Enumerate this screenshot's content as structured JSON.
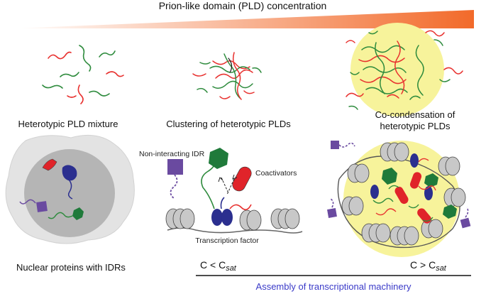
{
  "header": {
    "title": "Prion-like domain (PLD) concentration",
    "gradient_colors": [
      "#ffffff",
      "#f26a2a"
    ]
  },
  "stages": {
    "mixture": "Heterotypic PLD mixture",
    "clustering": "Clustering of heterotypic PLDs",
    "condensation_line1": "Co-condensation of",
    "condensation_line2": "heterotypic PLDs"
  },
  "nucleus": {
    "caption": "Nuclear proteins with IDRs"
  },
  "transcription": {
    "non_interacting_idr": "Non-interacting IDR",
    "coactivators": "Coactivators",
    "transcription_factor": "Transcription factor"
  },
  "concentration": {
    "low_prefix": "C < C",
    "high_prefix": "C > C",
    "subscript": "sat"
  },
  "footer": {
    "assembly_label": "Assembly of transcriptional machinery"
  },
  "colors": {
    "pld_green": "#2e8b3d",
    "pld_red": "#e8312f",
    "condensate": "#f7f39b",
    "nucleus_gray": "#b5b5b5",
    "cell_gray": "#e3e3e3",
    "idr_purple": "#6a4aa0",
    "tf_blue": "#2b2f8f",
    "coactivator_red": "#e0242a",
    "hexagon_green": "#1f7a3a",
    "footer_blue": "#3a3ac8",
    "nucleosome_gray": "#c8c8c8"
  }
}
